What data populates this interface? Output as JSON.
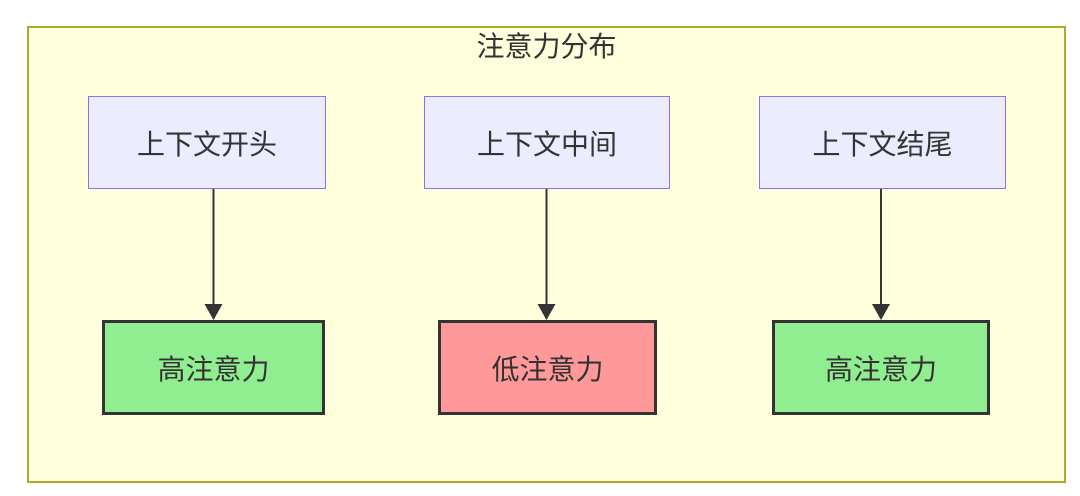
{
  "diagram": {
    "title": "注意力分布",
    "top_nodes": [
      {
        "id": "A",
        "label": "上下文开头"
      },
      {
        "id": "B",
        "label": "上下文中间"
      },
      {
        "id": "C",
        "label": "上下文结尾"
      }
    ],
    "bottom_nodes": [
      {
        "id": "D",
        "label": "高注意力",
        "level": "high"
      },
      {
        "id": "E",
        "label": "低注意力",
        "level": "low"
      },
      {
        "id": "F",
        "label": "高注意力",
        "level": "high"
      }
    ],
    "edges": [
      {
        "from": "上下文开头",
        "to": "高注意力"
      },
      {
        "from": "上下文中间",
        "to": "低注意力"
      },
      {
        "from": "上下文结尾",
        "to": "高注意力"
      }
    ],
    "colors": {
      "subgraph_fill": "#ffffde",
      "subgraph_border": "#aaaa33",
      "context_node_fill": "#ececff",
      "context_node_border": "#9370db",
      "high_attention_fill": "#90ee90",
      "low_attention_fill": "#ff9999",
      "result_node_border": "#333333",
      "edge_color": "#333333",
      "text_color": "#333333"
    }
  }
}
